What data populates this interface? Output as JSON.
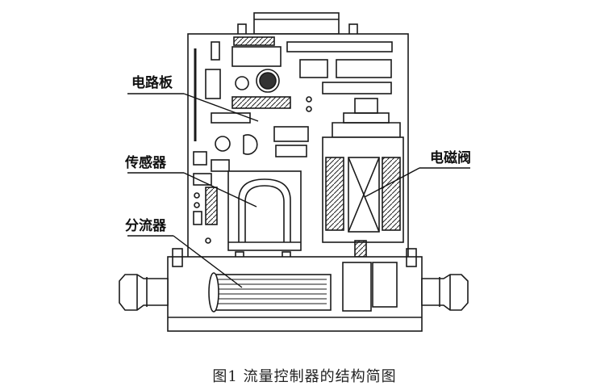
{
  "labels": {
    "circuit_board": "电路板",
    "sensor": "传感器",
    "shunt": "分流器",
    "solenoid_valve": "电磁阀"
  },
  "caption": "图1 流量控制器的结构简图"
}
